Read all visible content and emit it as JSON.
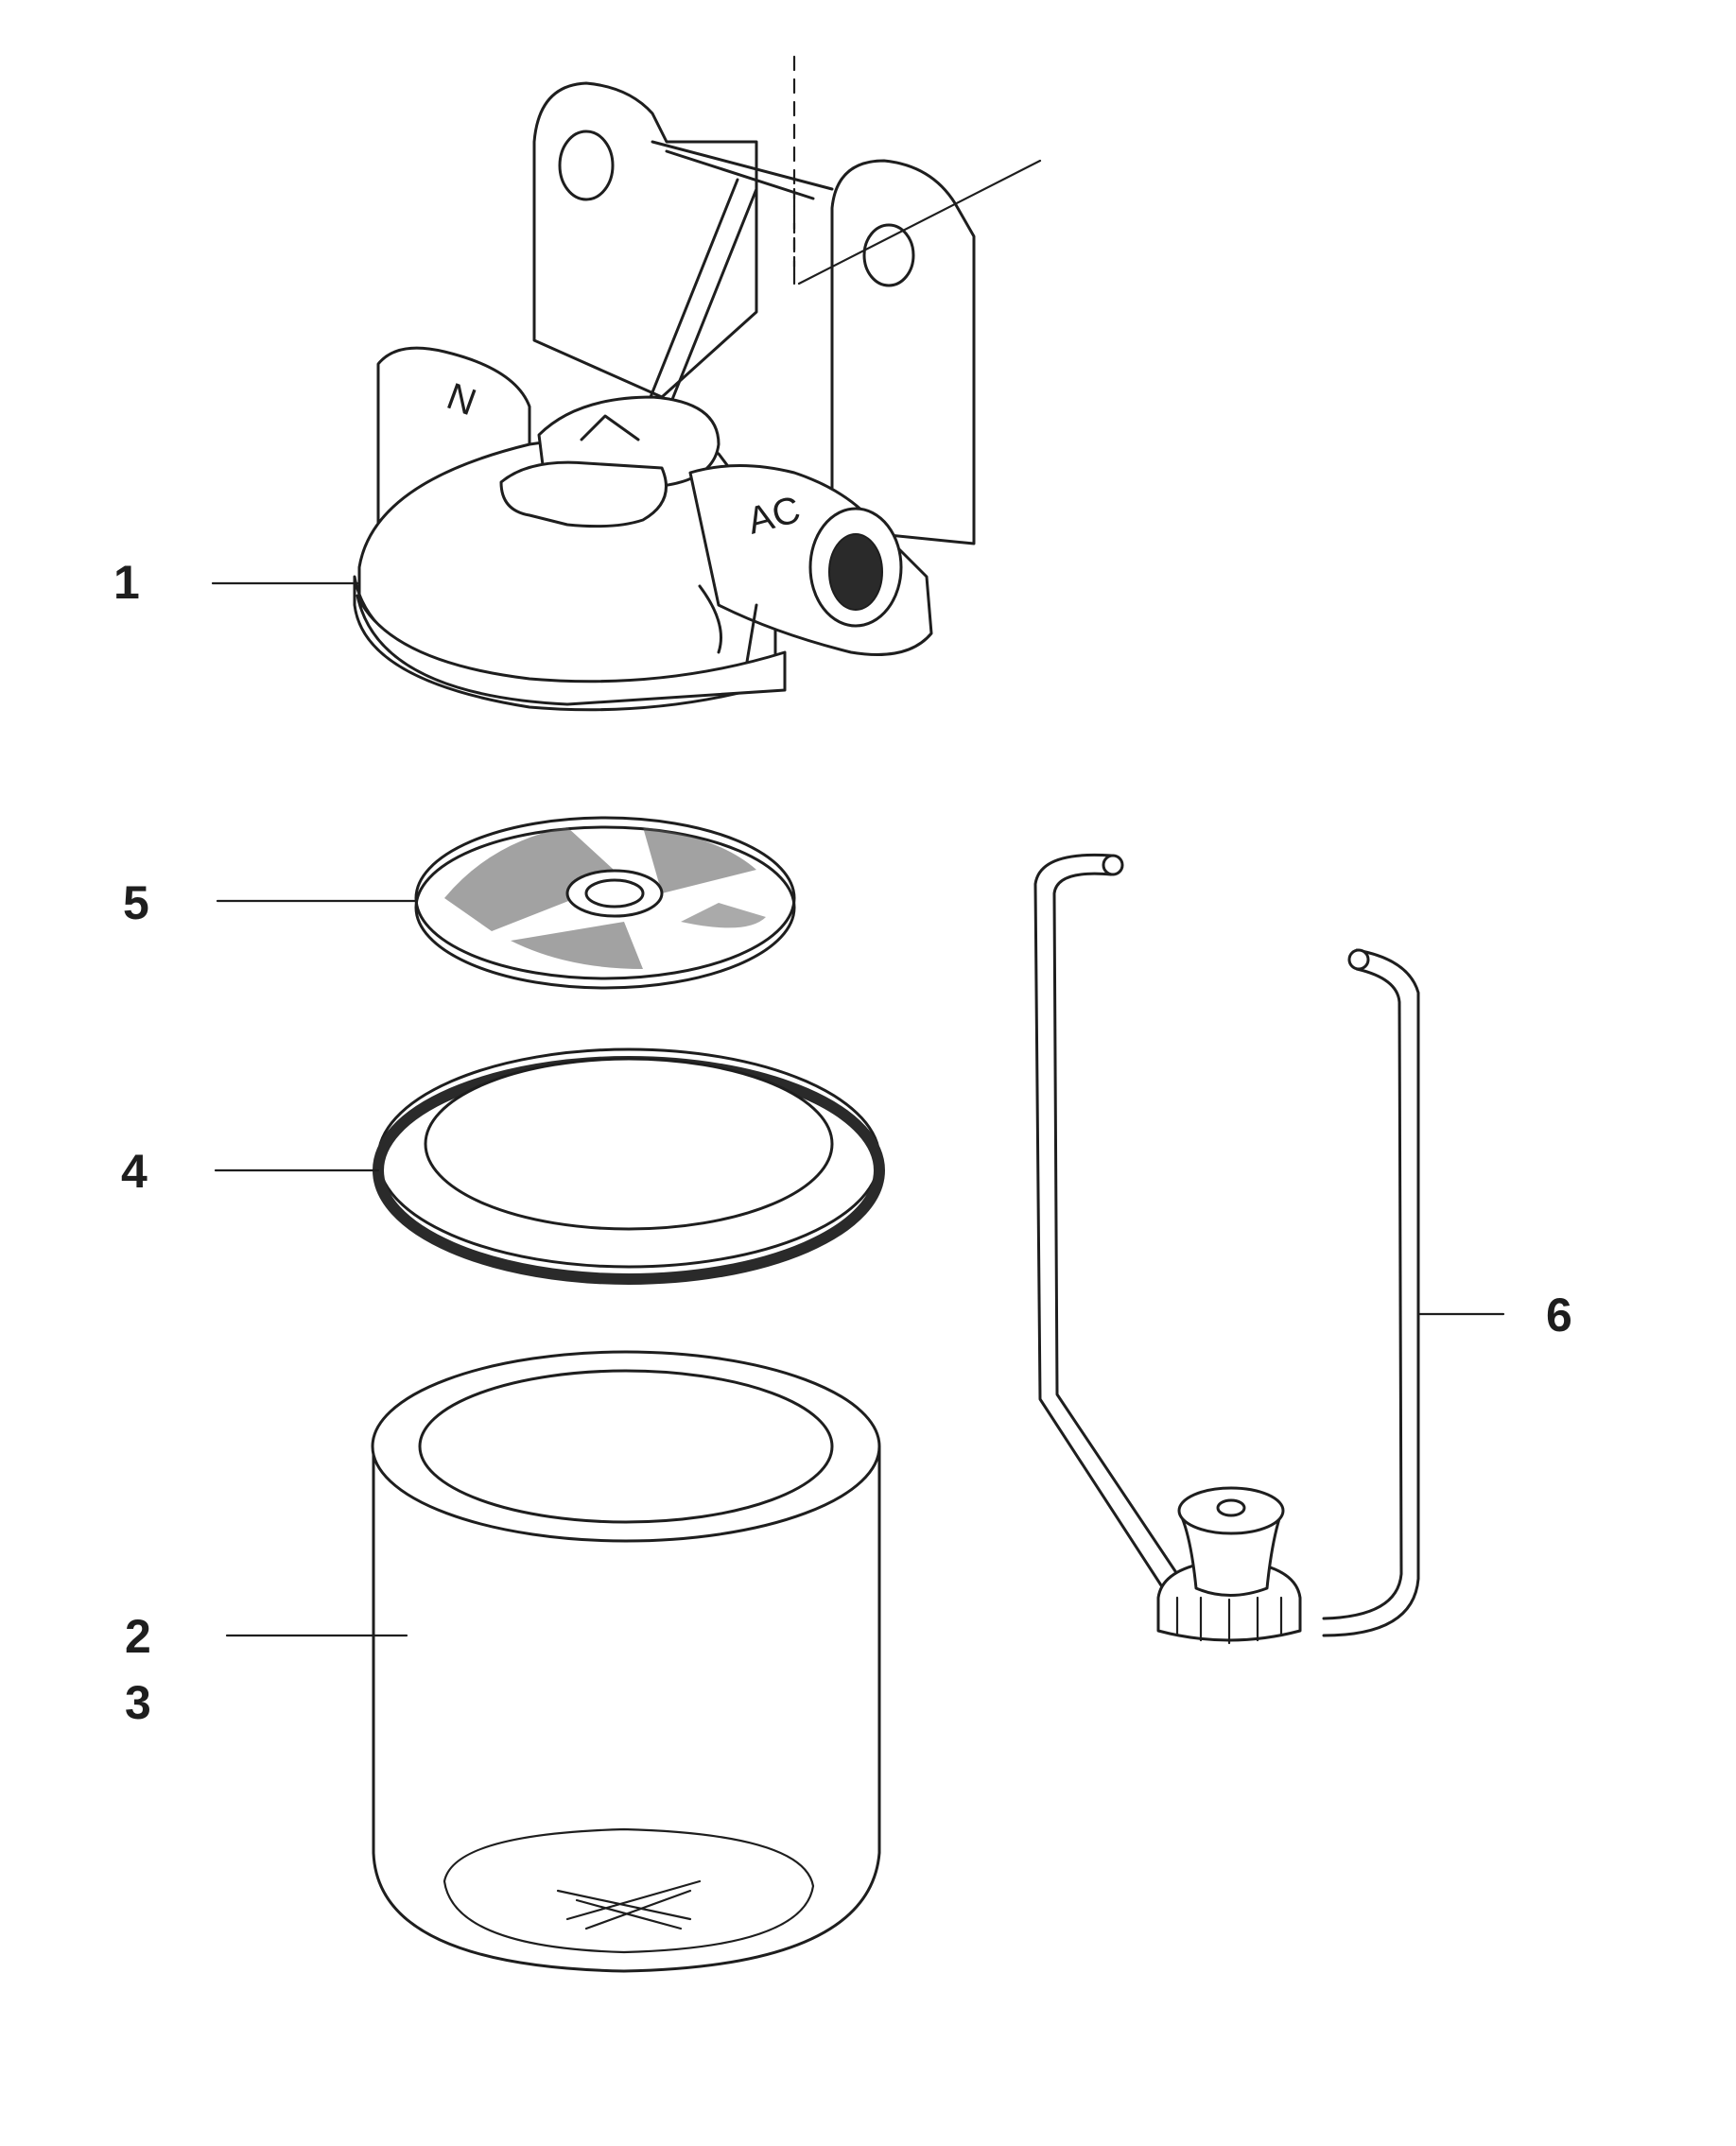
{
  "diagram": {
    "callouts": [
      {
        "id": "1",
        "label": "1"
      },
      {
        "id": "5",
        "label": "5"
      },
      {
        "id": "4",
        "label": "4"
      },
      {
        "id": "6",
        "label": "6"
      },
      {
        "id": "2",
        "label": "2"
      },
      {
        "id": "3",
        "label": "3"
      }
    ],
    "housing_markings": {
      "left_port": "N",
      "right_port": "AC"
    },
    "colors": {
      "line": "#1e1e1e",
      "background": "#ffffff"
    }
  }
}
